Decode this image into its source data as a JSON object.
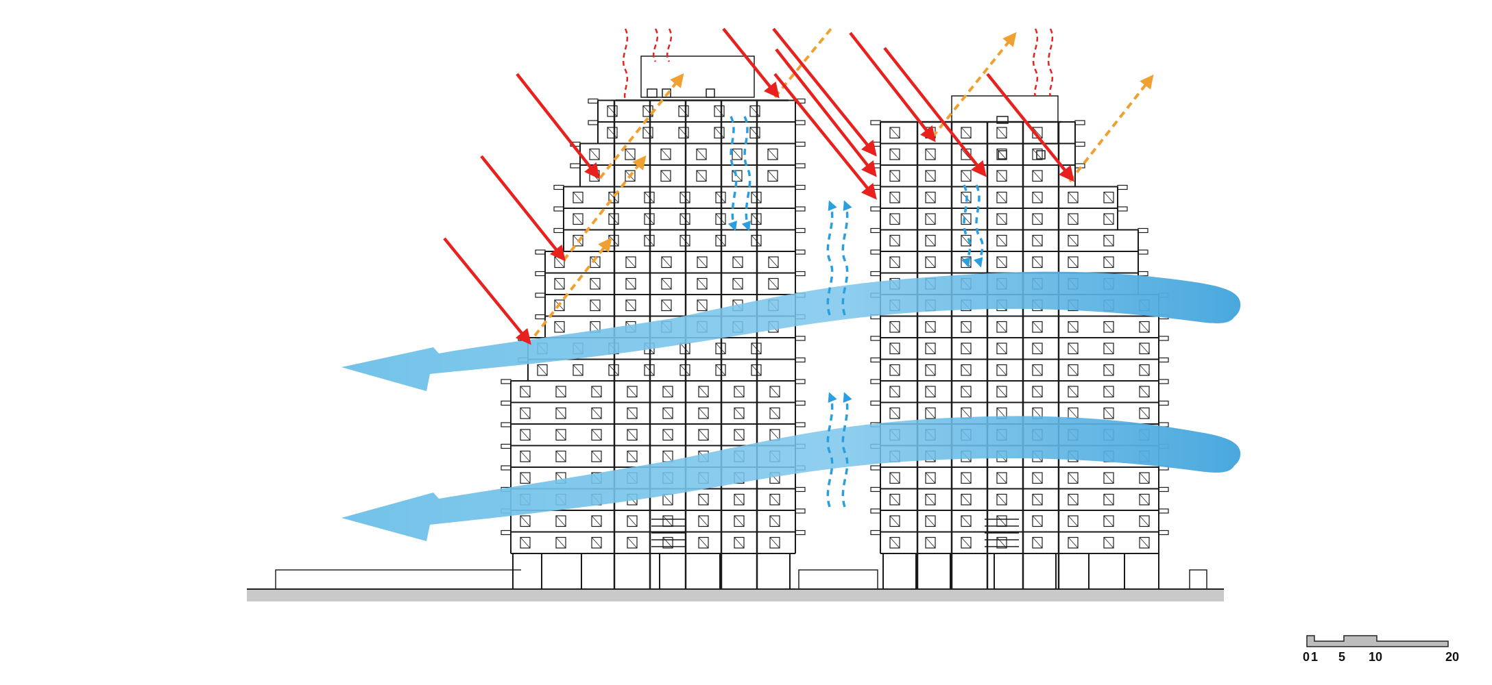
{
  "diagram": {
    "subject": "section-elevation",
    "towers": [
      {
        "name": "tower-left",
        "floors": 21
      },
      {
        "name": "tower-right",
        "floors": 20
      }
    ],
    "flows": {
      "solar_radiation": {
        "color": "#e8211f",
        "style": "solid-arrow"
      },
      "reflected_radiation": {
        "color": "#f0a030",
        "style": "dashed-arrow"
      },
      "heat_release": {
        "color": "#e8211f",
        "style": "dashed-wave"
      },
      "wind": {
        "color": "#6cbfe8",
        "direction": "right-to-left",
        "bands": 2
      },
      "stack_ventilation": {
        "color": "#2a9ede",
        "style": "dashed-wave-arrow"
      }
    }
  },
  "scale_bar": {
    "labels": [
      "0",
      "1",
      "5",
      "10",
      "20"
    ],
    "ticks": [
      0,
      1,
      5,
      10,
      20
    ]
  }
}
